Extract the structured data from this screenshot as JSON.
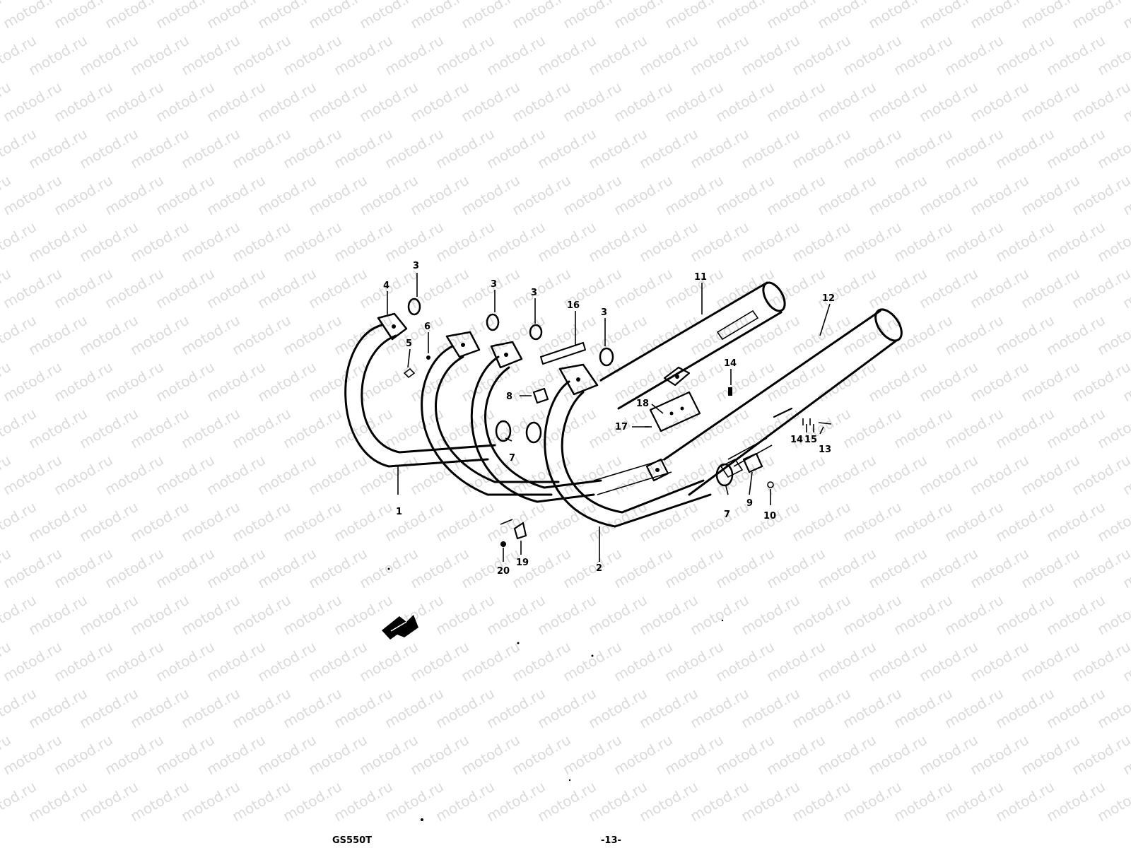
{
  "watermark": {
    "text": "motod.ru"
  },
  "footer": {
    "model_code": "GS550T",
    "page_number": "-13-"
  },
  "callouts": [
    {
      "id": "c4",
      "label": "4"
    },
    {
      "id": "c3a",
      "label": "3"
    },
    {
      "id": "c3b",
      "label": "3"
    },
    {
      "id": "c3c",
      "label": "3"
    },
    {
      "id": "c3d",
      "label": "3"
    },
    {
      "id": "c5",
      "label": "5"
    },
    {
      "id": "c6",
      "label": "6"
    },
    {
      "id": "c16",
      "label": "16"
    },
    {
      "id": "c11",
      "label": "11"
    },
    {
      "id": "c12",
      "label": "12"
    },
    {
      "id": "c14a",
      "label": "14"
    },
    {
      "id": "c14b",
      "label": "14"
    },
    {
      "id": "c15",
      "label": "15"
    },
    {
      "id": "c13",
      "label": "13"
    },
    {
      "id": "c8",
      "label": "8"
    },
    {
      "id": "c18",
      "label": "18"
    },
    {
      "id": "c17",
      "label": "17"
    },
    {
      "id": "c7a",
      "label": "7"
    },
    {
      "id": "c7b",
      "label": "7"
    },
    {
      "id": "c9",
      "label": "9"
    },
    {
      "id": "c10",
      "label": "10"
    },
    {
      "id": "c1",
      "label": "1"
    },
    {
      "id": "c2",
      "label": "2"
    },
    {
      "id": "c19",
      "label": "19"
    },
    {
      "id": "c20",
      "label": "20"
    }
  ]
}
